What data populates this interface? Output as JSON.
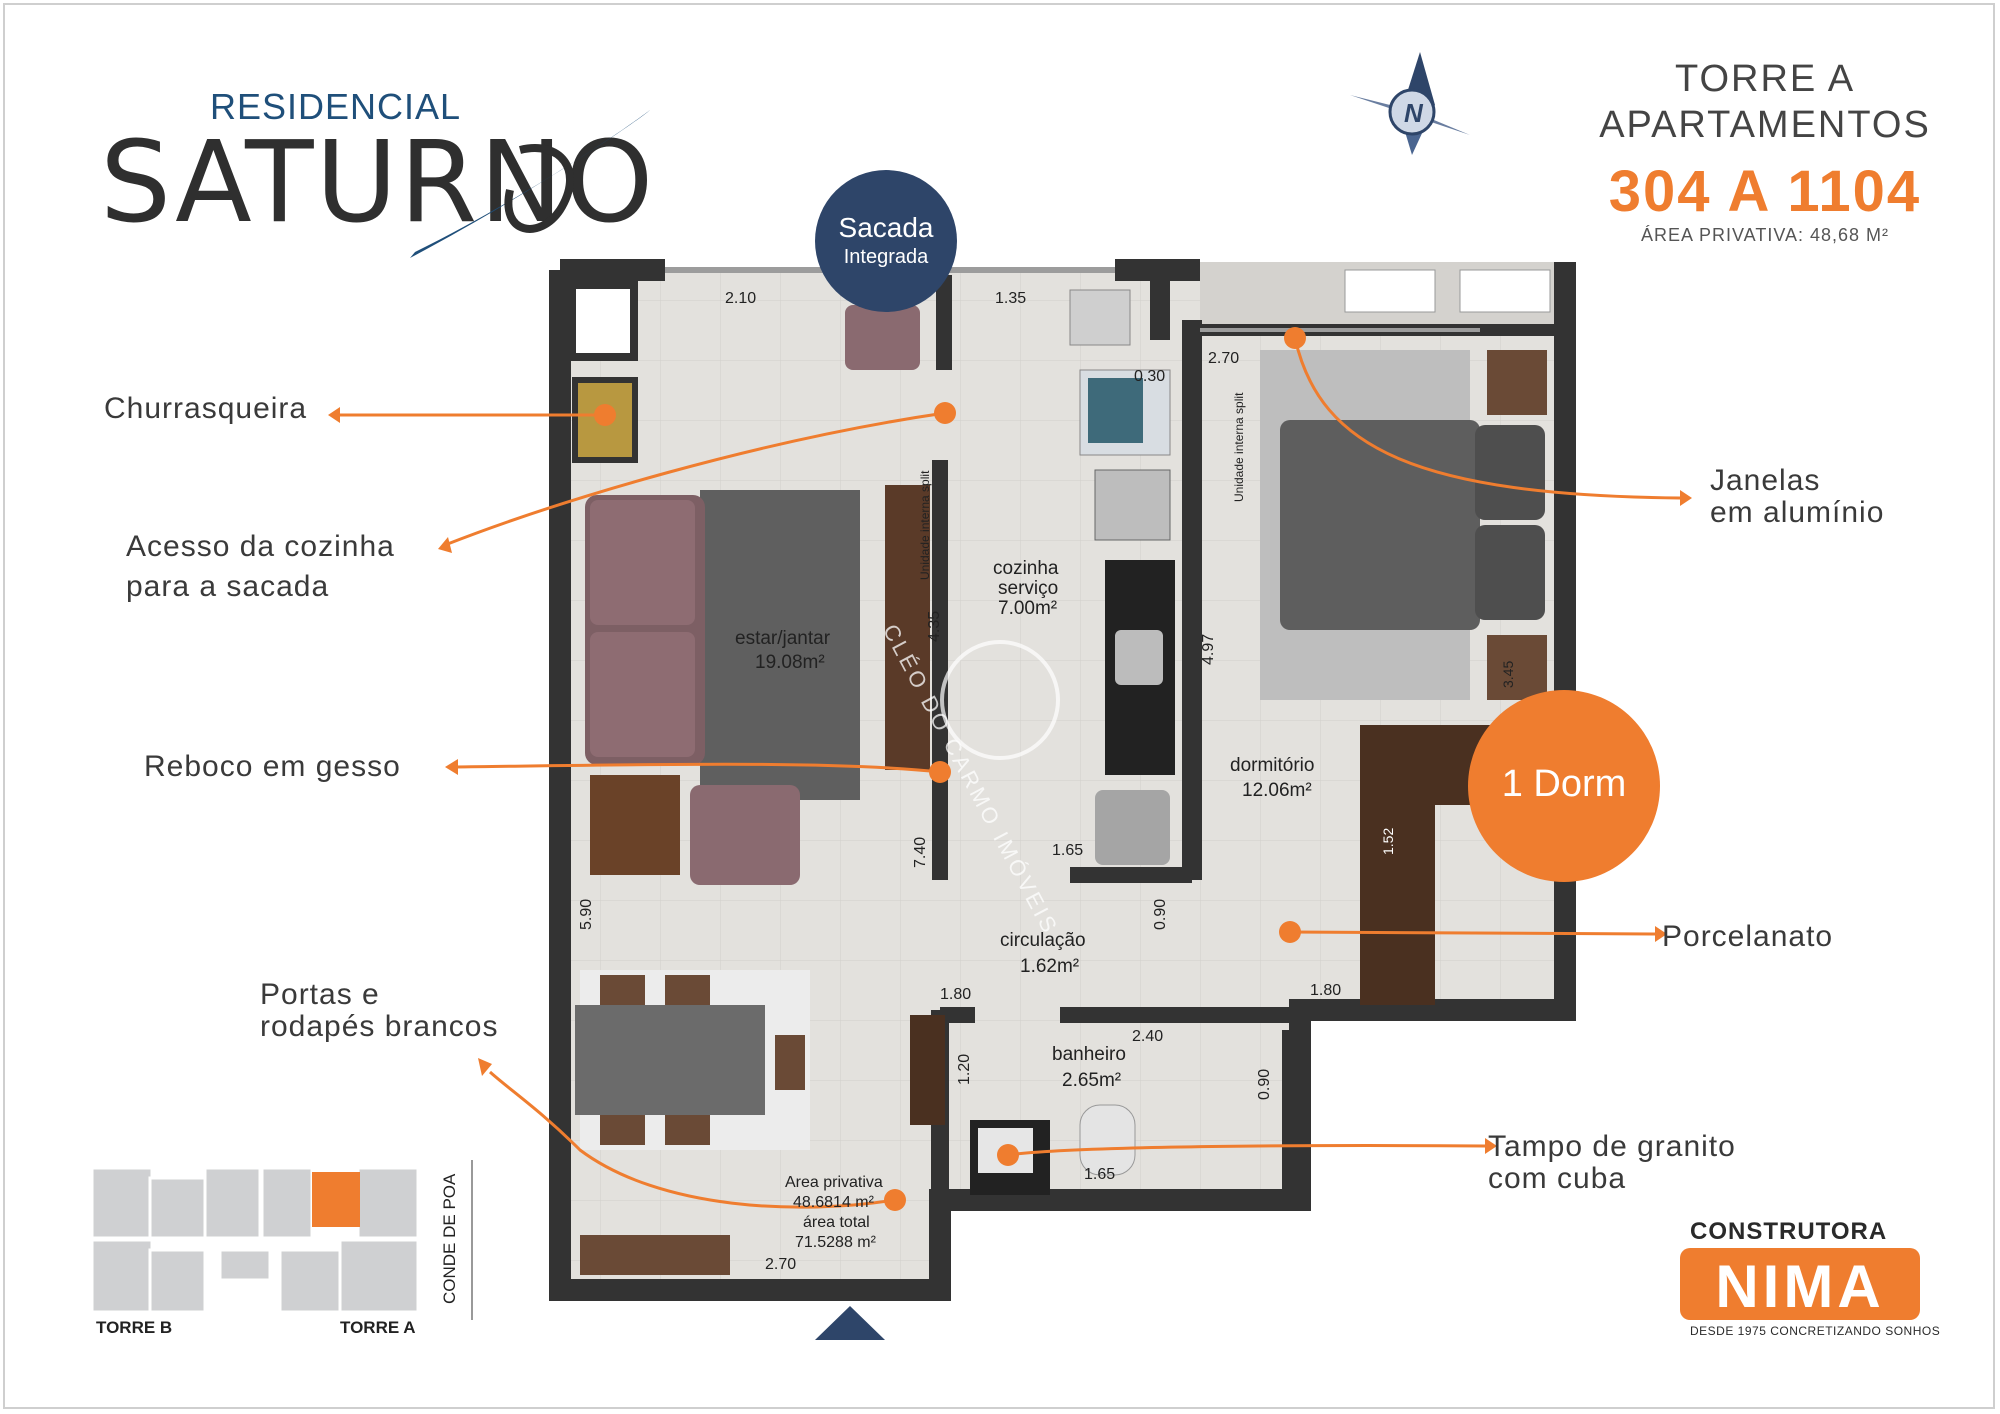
{
  "logo": {
    "line1": "RESIDENCIAL",
    "line2": "SATURNO"
  },
  "header": {
    "torre": "TORRE A",
    "apartamentos": "APARTAMENTOS",
    "range": "304 A 1104",
    "area_privativa": "ÁREA PRIVATIVA: 48,68 M²"
  },
  "badges": {
    "sacada_l1": "Sacada",
    "sacada_l2": "Integrada",
    "dorm": "1 Dorm"
  },
  "callouts": {
    "churrasqueira": "Churrasqueira",
    "acesso_l1": "Acesso da cozinha",
    "acesso_l2": "para a sacada",
    "reboco": "Reboco em gesso",
    "portas_l1": "Portas e",
    "portas_l2": "rodapés brancos",
    "janelas_l1": "Janelas",
    "janelas_l2": "em alumínio",
    "porcelanato": "Porcelanato",
    "tampo_l1": "Tampo de granito",
    "tampo_l2": "com cuba"
  },
  "rooms": {
    "estar_name": "estar/jantar",
    "estar_area": "19.08m²",
    "cozinha_l1": "cozinha",
    "cozinha_l2": "serviço",
    "cozinha_area": "7.00m²",
    "dorm_name": "dormitório",
    "dorm_area": "12.06m²",
    "circ_name": "circulação",
    "circ_area": "1.62m²",
    "banheiro_name": "banheiro",
    "banheiro_area": "2.65m²",
    "area_priv_l1": "Area privativa",
    "area_priv_l2": "48.6814 m²",
    "area_total_l1": "área total",
    "area_total_l2": "71.5288 m²",
    "split1": "Unidade interna split",
    "split2": "Unidade interna split"
  },
  "dimensions": {
    "d_2_10": "2.10",
    "d_1_35": "1.35",
    "d_2_70_top": "2.70",
    "d_0_30": "0.30",
    "d_4_35": "4.35",
    "d_4_97": "4.97",
    "d_3_45": "3.45",
    "d_1_65_coz": "1.65",
    "d_7_40": "7.40",
    "d_5_90": "5.90",
    "d_0_90_circ": "0.90",
    "d_1_80_left": "1.80",
    "d_1_80_right": "1.80",
    "d_2_40": "2.40",
    "d_1_20": "1.20",
    "d_0_90_ban": "0.90",
    "d_1_65_ban": "1.65",
    "d_2_70_bottom": "2.70",
    "d_1_52": "1.52"
  },
  "location_map": {
    "torre_b": "TORRE B",
    "torre_a": "TORRE A",
    "street": "CONDE DE POA"
  },
  "construtora": {
    "label": "CONSTRUTORA",
    "brand": "NIMA",
    "slogan": "DESDE 1975 CONCRETIZANDO SONHOS"
  },
  "watermark": "CLÉO DO CARMO IMÓVEIS",
  "colors": {
    "accent_orange": "#ef7d2f",
    "navy": "#2e4569",
    "wall": "#3a3a3a",
    "floor": "#e2e0dc"
  }
}
